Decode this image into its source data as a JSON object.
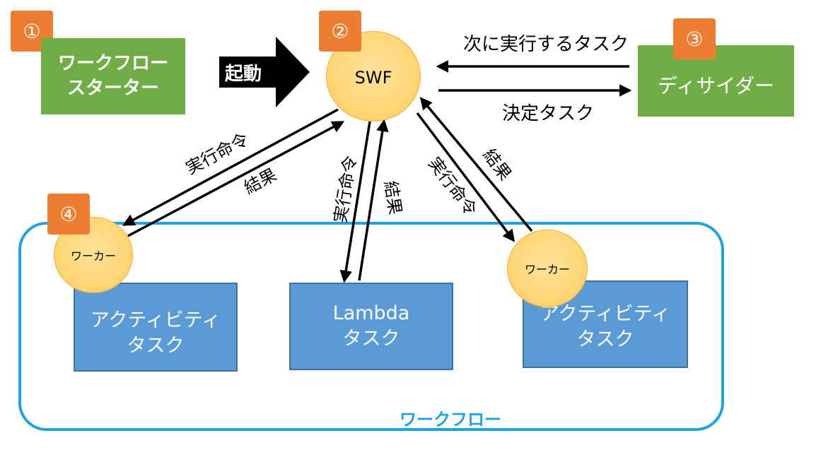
{
  "badges": {
    "one": "①",
    "two": "②",
    "three": "③",
    "four": "④"
  },
  "starter": {
    "line1": "ワークフロー",
    "line2": "スターター"
  },
  "launch_label": "起動",
  "swf_label": "SWF",
  "decider_label": "ディサイダー",
  "next_task_label": "次に実行するタスク",
  "decision_task_label": "決定タスク",
  "exec_command": "実行命令",
  "result": "結果",
  "worker_label": "ワーカー",
  "activity_task": {
    "line1": "アクティビティ",
    "line2": "タスク"
  },
  "lambda_task": {
    "line1": "Lambda",
    "line2": "タスク"
  },
  "workflow_label": "ワークフロー",
  "colors": {
    "badge": "#ed7d31",
    "green": "#70ad47",
    "blue": "#5b9bd5",
    "workflow_border": "#1fa3e0",
    "node": "#ffd778"
  }
}
